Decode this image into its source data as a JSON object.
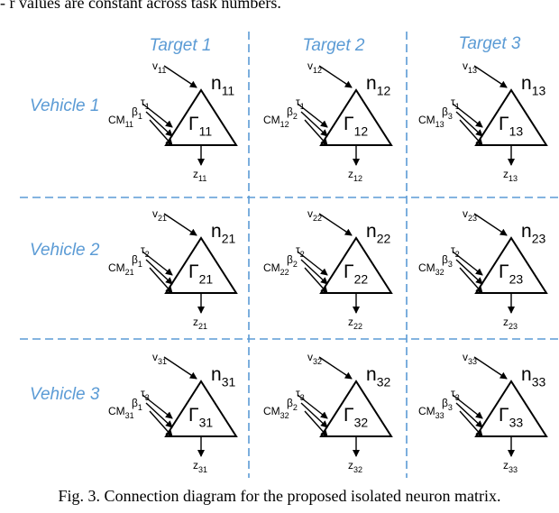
{
  "top_fragment": "- r values are constant across task numbers.",
  "column_headers": [
    "Target 1",
    "Target 2",
    "Target 3"
  ],
  "row_headers": [
    "Vehicle 1",
    "Vehicle 2",
    "Vehicle 3"
  ],
  "cells": [
    [
      {
        "v": "11",
        "tau": "1",
        "beta": "1",
        "cm": "11",
        "n": "11",
        "gamma": "11",
        "z": "11"
      },
      {
        "v": "12",
        "tau": "1",
        "beta": "2",
        "cm": "12",
        "n": "12",
        "gamma": "12",
        "z": "12"
      },
      {
        "v": "13",
        "tau": "1",
        "beta": "3",
        "cm": "13",
        "n": "13",
        "gamma": "13",
        "z": "13"
      }
    ],
    [
      {
        "v": "21",
        "tau": "2",
        "beta": "1",
        "cm": "21",
        "n": "21",
        "gamma": "21",
        "z": "21"
      },
      {
        "v": "22",
        "tau": "2",
        "beta": "2",
        "cm": "22",
        "n": "22",
        "gamma": "22",
        "z": "22"
      },
      {
        "v": "23",
        "tau": "2",
        "beta": "3",
        "cm": "32",
        "n": "23",
        "gamma": "23",
        "z": "23"
      }
    ],
    [
      {
        "v": "31",
        "tau": "3",
        "beta": "1",
        "cm": "31",
        "n": "31",
        "gamma": "31",
        "z": "31"
      },
      {
        "v": "32",
        "tau": "3",
        "beta": "2",
        "cm": "32",
        "n": "32",
        "gamma": "32",
        "z": "32"
      },
      {
        "v": "33",
        "tau": "3",
        "beta": "3",
        "cm": "33",
        "n": "33",
        "gamma": "33",
        "z": "33"
      }
    ]
  ],
  "symbols": {
    "v": "v",
    "tau": "τ",
    "beta": "β",
    "cm": "CM",
    "n": "n",
    "gamma": "Γ",
    "z": "z"
  },
  "caption": "Fig. 3. Connection diagram for the proposed isolated neuron matrix.",
  "colors": {
    "header": "#5b9bd5",
    "grid": "#5b9bd5",
    "ink": "#000000"
  }
}
